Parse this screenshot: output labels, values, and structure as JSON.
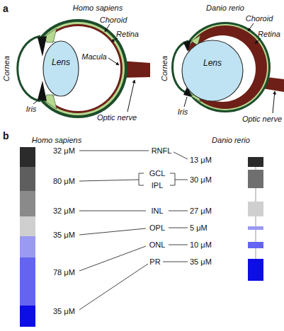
{
  "diagram": {
    "nodes": [
      {
        "text": [
          "Lens"
        ]
      },
      {
        "text": [
          "Lens"
        ]
      }
    ],
    "labels": [
      "a",
      "Homo sapiens",
      "Danio rerio",
      "Choroid",
      "Retina",
      "Macula",
      "Cornea",
      "Iris",
      "Optic nerve",
      "Choroid",
      "Retina",
      "Cornea",
      "Iris",
      "Optic nerve",
      "b",
      "Homo sapiens",
      "Danio rerio",
      "32 μM",
      "RNFL",
      "13 μM",
      "80 μM",
      "GCL",
      "IPL",
      "30 μM",
      "INL",
      "27 μM",
      "32 μM",
      "OPL",
      "5 μM",
      "35 μM",
      "ONL",
      "10 μM",
      "78 μM",
      "PR",
      "35 μM",
      "35 μM"
    ]
  }
}
